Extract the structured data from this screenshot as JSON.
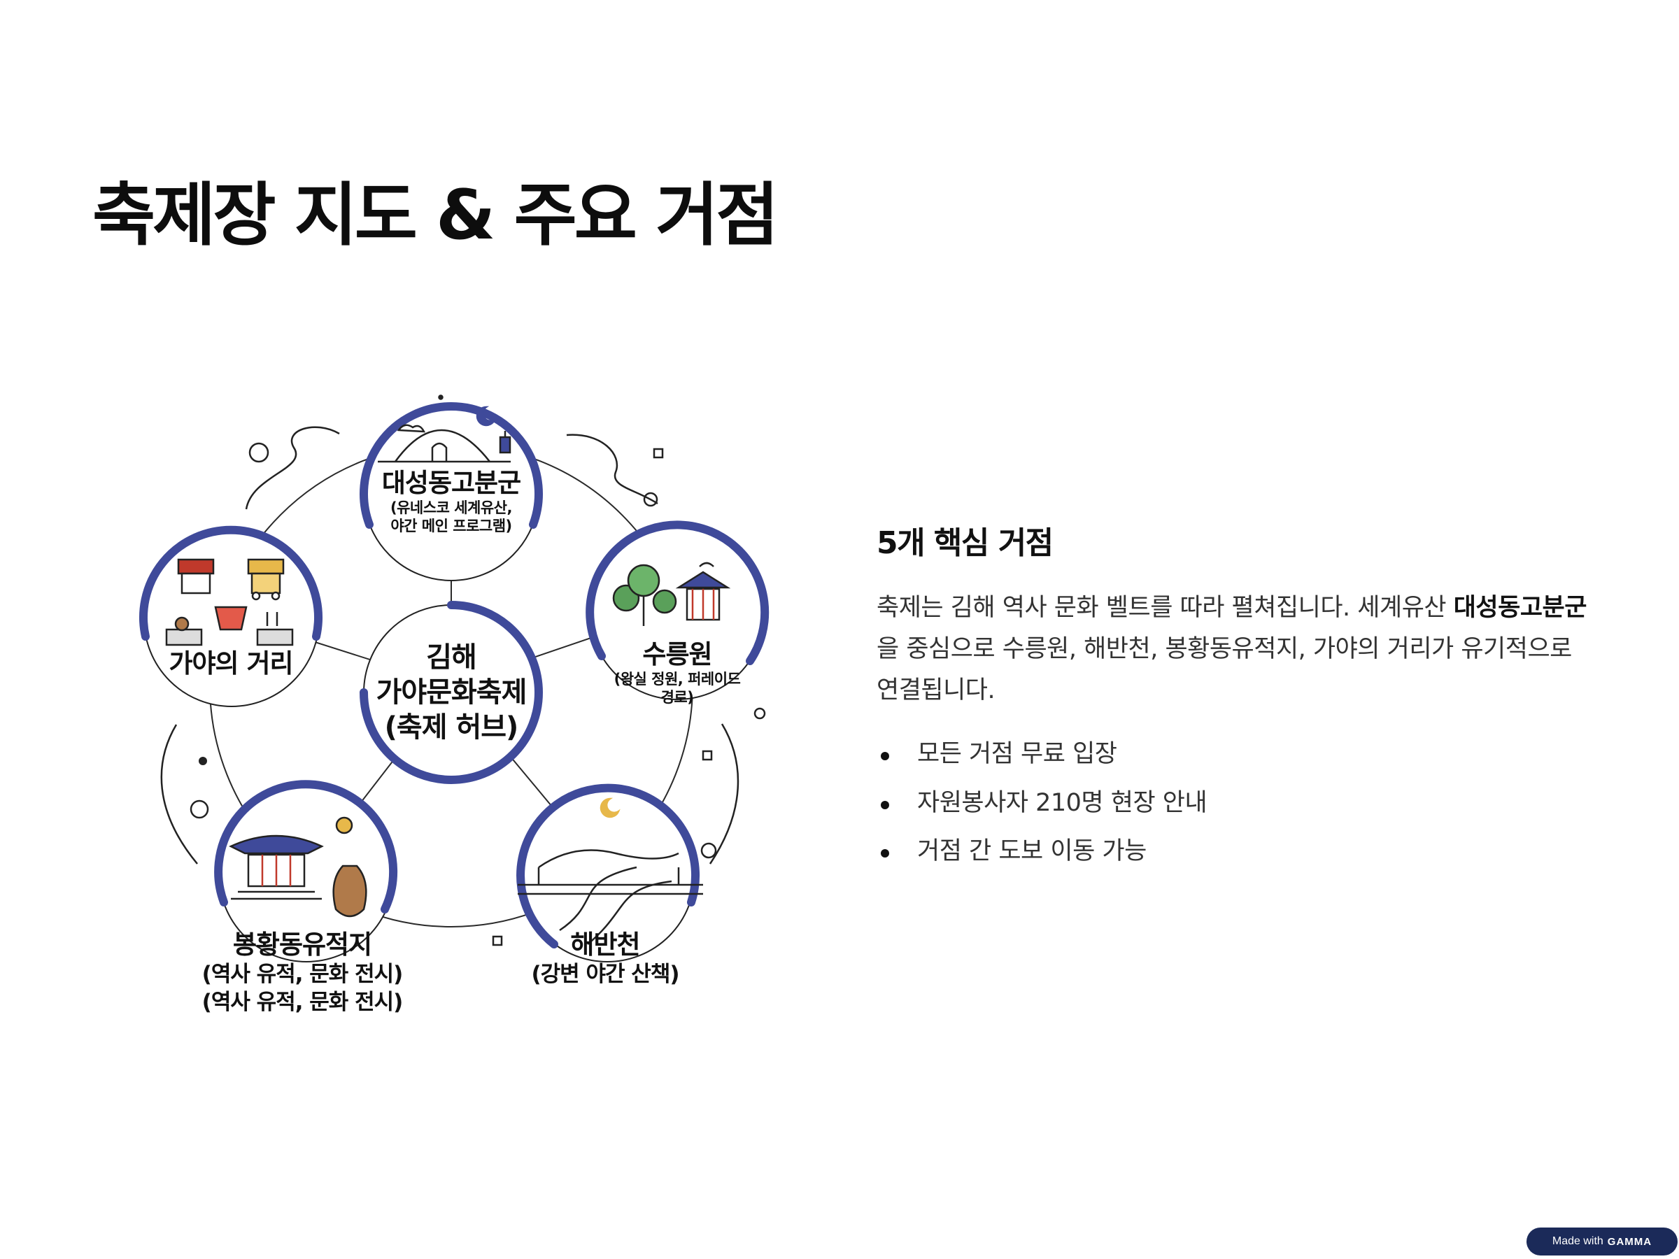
{
  "title": "축제장 지도 & 주요 거점",
  "diagram": {
    "hub": {
      "lines": [
        "김해",
        "가야문화축제",
        "(축제 허브)"
      ]
    },
    "nodes": [
      {
        "id": "daeseong",
        "name": "대성동고분군",
        "sub": [
          "(유네스코 세계유산,",
          "야간 메인 프로그램)"
        ],
        "icon": "tomb-mound-night-icon"
      },
      {
        "id": "suro",
        "name": "수릉원",
        "sub": [
          "(왕실 정원, 퍼레이드",
          "경로)"
        ],
        "icon": "royal-garden-pavilion-icon"
      },
      {
        "id": "haeban",
        "name": "해반천",
        "sub": [
          "(강변 야간 산책)"
        ],
        "icon": "river-bridge-icon"
      },
      {
        "id": "bonghwang",
        "name": "봉황동유적지",
        "sub": [
          "(역사 유적, 문화 전시)",
          "(역사 유적, 문화 전시)"
        ],
        "icon": "heritage-hall-pottery-icon"
      },
      {
        "id": "gaya",
        "name": "가야의 거리",
        "sub": [],
        "icon": "street-food-stalls-icon"
      }
    ],
    "colors": {
      "ring": "#3f4a9a",
      "line": "#2a2a2a",
      "accent": "#e7b84a"
    }
  },
  "side": {
    "heading": "5개 핵심 거점",
    "paragraph": {
      "part1": "축제는 김해 역사 문화 벨트를 따라 펼쳐집니다. 세계유산 ",
      "bold": "대성동고분군",
      "part2": "을 중심으로 수릉원, 해반천, 봉황동유적지, 가야의 거리가 유기적으로 연결됩니다."
    },
    "bullets": [
      "모든 거점 무료 입장",
      "자원봉사자 210명 현장 안내",
      "거점 간 도보 이동 가능"
    ]
  },
  "badge": {
    "prefix": "Made with",
    "brand": "GAMMA"
  }
}
